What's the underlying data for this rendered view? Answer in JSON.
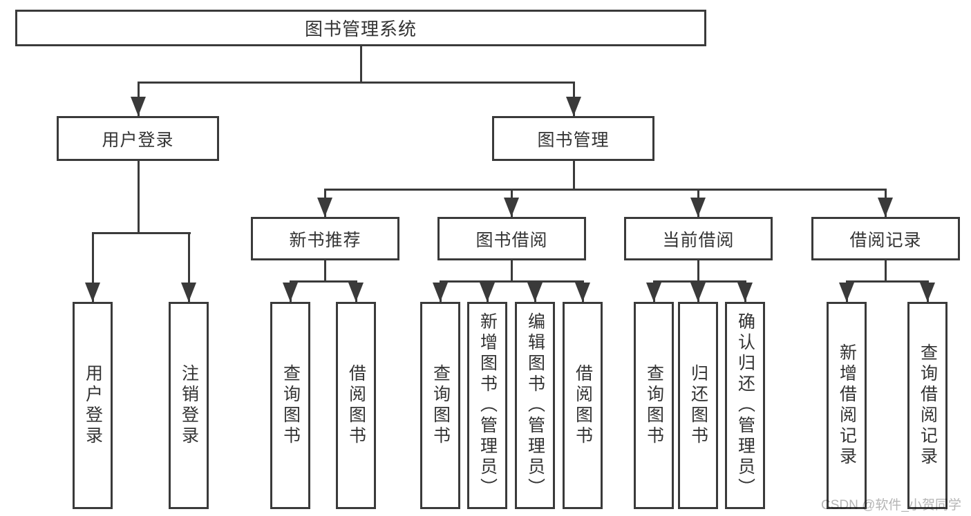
{
  "colors": {
    "line": "#3a3a3a",
    "text": "#333333",
    "watermark": "#b5b5b5",
    "bg": "#ffffff"
  },
  "watermark": "CSDN @软件_小贺同学",
  "tree": {
    "root": "图书管理系统",
    "login": {
      "label": "用户登录",
      "children": [
        "用户登录",
        "注销登录"
      ]
    },
    "mgmt": {
      "label": "图书管理",
      "groups": [
        {
          "label": "新书推荐",
          "children": [
            "查询图书",
            "借阅图书"
          ]
        },
        {
          "label": "图书借阅",
          "children": [
            "查询图书",
            "新增图书（管理员）",
            "编辑图书（管理员）",
            "借阅图书"
          ]
        },
        {
          "label": "当前借阅",
          "children": [
            "查询图书",
            "归还图书",
            "确认归还（管理员）"
          ]
        },
        {
          "label": "借阅记录",
          "children": [
            "新增借阅记录",
            "查询借阅记录"
          ]
        }
      ]
    }
  }
}
